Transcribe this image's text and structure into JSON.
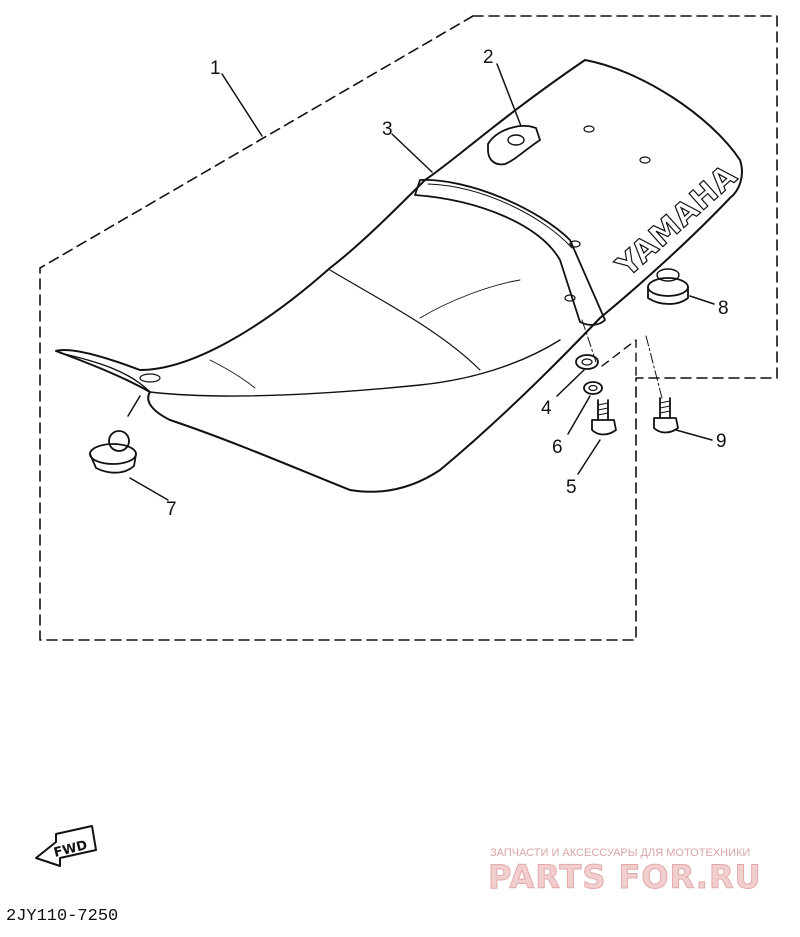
{
  "diagram": {
    "callouts": [
      {
        "id": "1",
        "label": "1"
      },
      {
        "id": "2",
        "label": "2"
      },
      {
        "id": "3",
        "label": "3"
      },
      {
        "id": "4",
        "label": "4"
      },
      {
        "id": "5",
        "label": "5"
      },
      {
        "id": "6",
        "label": "6"
      },
      {
        "id": "7",
        "label": "7"
      },
      {
        "id": "8",
        "label": "8"
      },
      {
        "id": "9",
        "label": "9"
      }
    ],
    "seat_brand_text": "YAMAHA",
    "fwd_arrow_text": "FWD",
    "drawing_code": "2JY110-7250"
  },
  "watermark": {
    "tagline": "ЗАПЧАСТИ И АКСЕССУАРЫ ДЛЯ МОТОТЕХНИКИ",
    "site": "PARTS FOR.RU",
    "color": "#e3a9a9"
  }
}
